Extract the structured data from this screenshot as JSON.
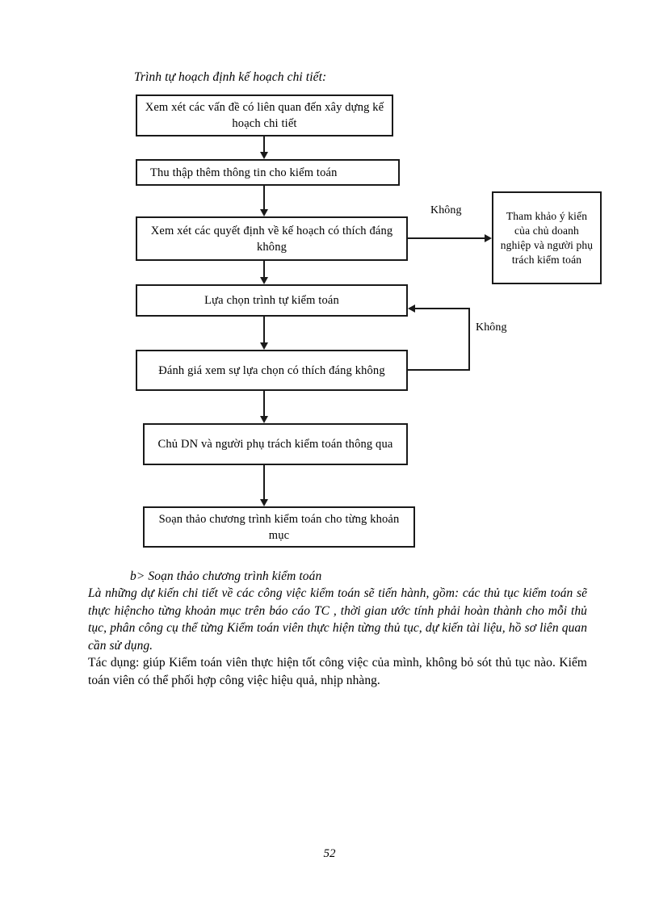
{
  "document": {
    "page_number": "52",
    "chart_heading": "Trình tự hoạch định kế hoạch chi tiết:"
  },
  "flowchart": {
    "nodes": [
      {
        "id": "node-0",
        "label": "Xem xét các vấn đề có liên quan đến xây dựng kế hoạch chi tiết"
      },
      {
        "id": "node-1",
        "label": "Thu thập thêm thông tin cho kiểm toán"
      },
      {
        "id": "node-2",
        "label": "Xem xét các quyết định về kế hoạch có thích đáng không"
      },
      {
        "id": "node-3",
        "label": "Lựa chọn trình tự kiểm toán"
      },
      {
        "id": "node-4",
        "label": "Đánh giá xem sự lựa chọn có thích đáng không"
      },
      {
        "id": "node-5",
        "label": "Chủ DN và người phụ trách kiểm toán thông qua"
      },
      {
        "id": "node-6",
        "label": "Soạn thảo chương trình kiểm toán cho từng khoản mục"
      }
    ],
    "side_node": {
      "id": "node-side",
      "label": "Tham khảo ý kiến của chủ doanh nghiệp và người phụ trách kiểm toán"
    },
    "edge_labels": {
      "branch_to_side": "Không",
      "feedback_loop": "Không"
    }
  },
  "body": {
    "subheading": "b> Soạn thảo chương trình kiểm toán",
    "paragraph_italic": "Là những dự kiến chi tiết về các công việc kiểm toán sẽ tiến hành, gồm: các thủ tục kiểm toán sẽ thực hiệncho từng khoản mục trên báo cáo TC , thời gian ước tính phải hoàn thành cho mỗi thủ tục, phân công cụ thể từng Kiểm toán viên thực hiện từng thủ tục, dự kiến tài liệu, hồ sơ liên quan cần sử dụng.",
    "paragraph_upright": "Tác dụng: giúp Kiểm toán viên thực hiện tốt công việc của mình, không bỏ sót thủ tục nào. Kiểm toán viên  có thể phối hợp công việc hiệu quả, nhịp nhàng."
  }
}
